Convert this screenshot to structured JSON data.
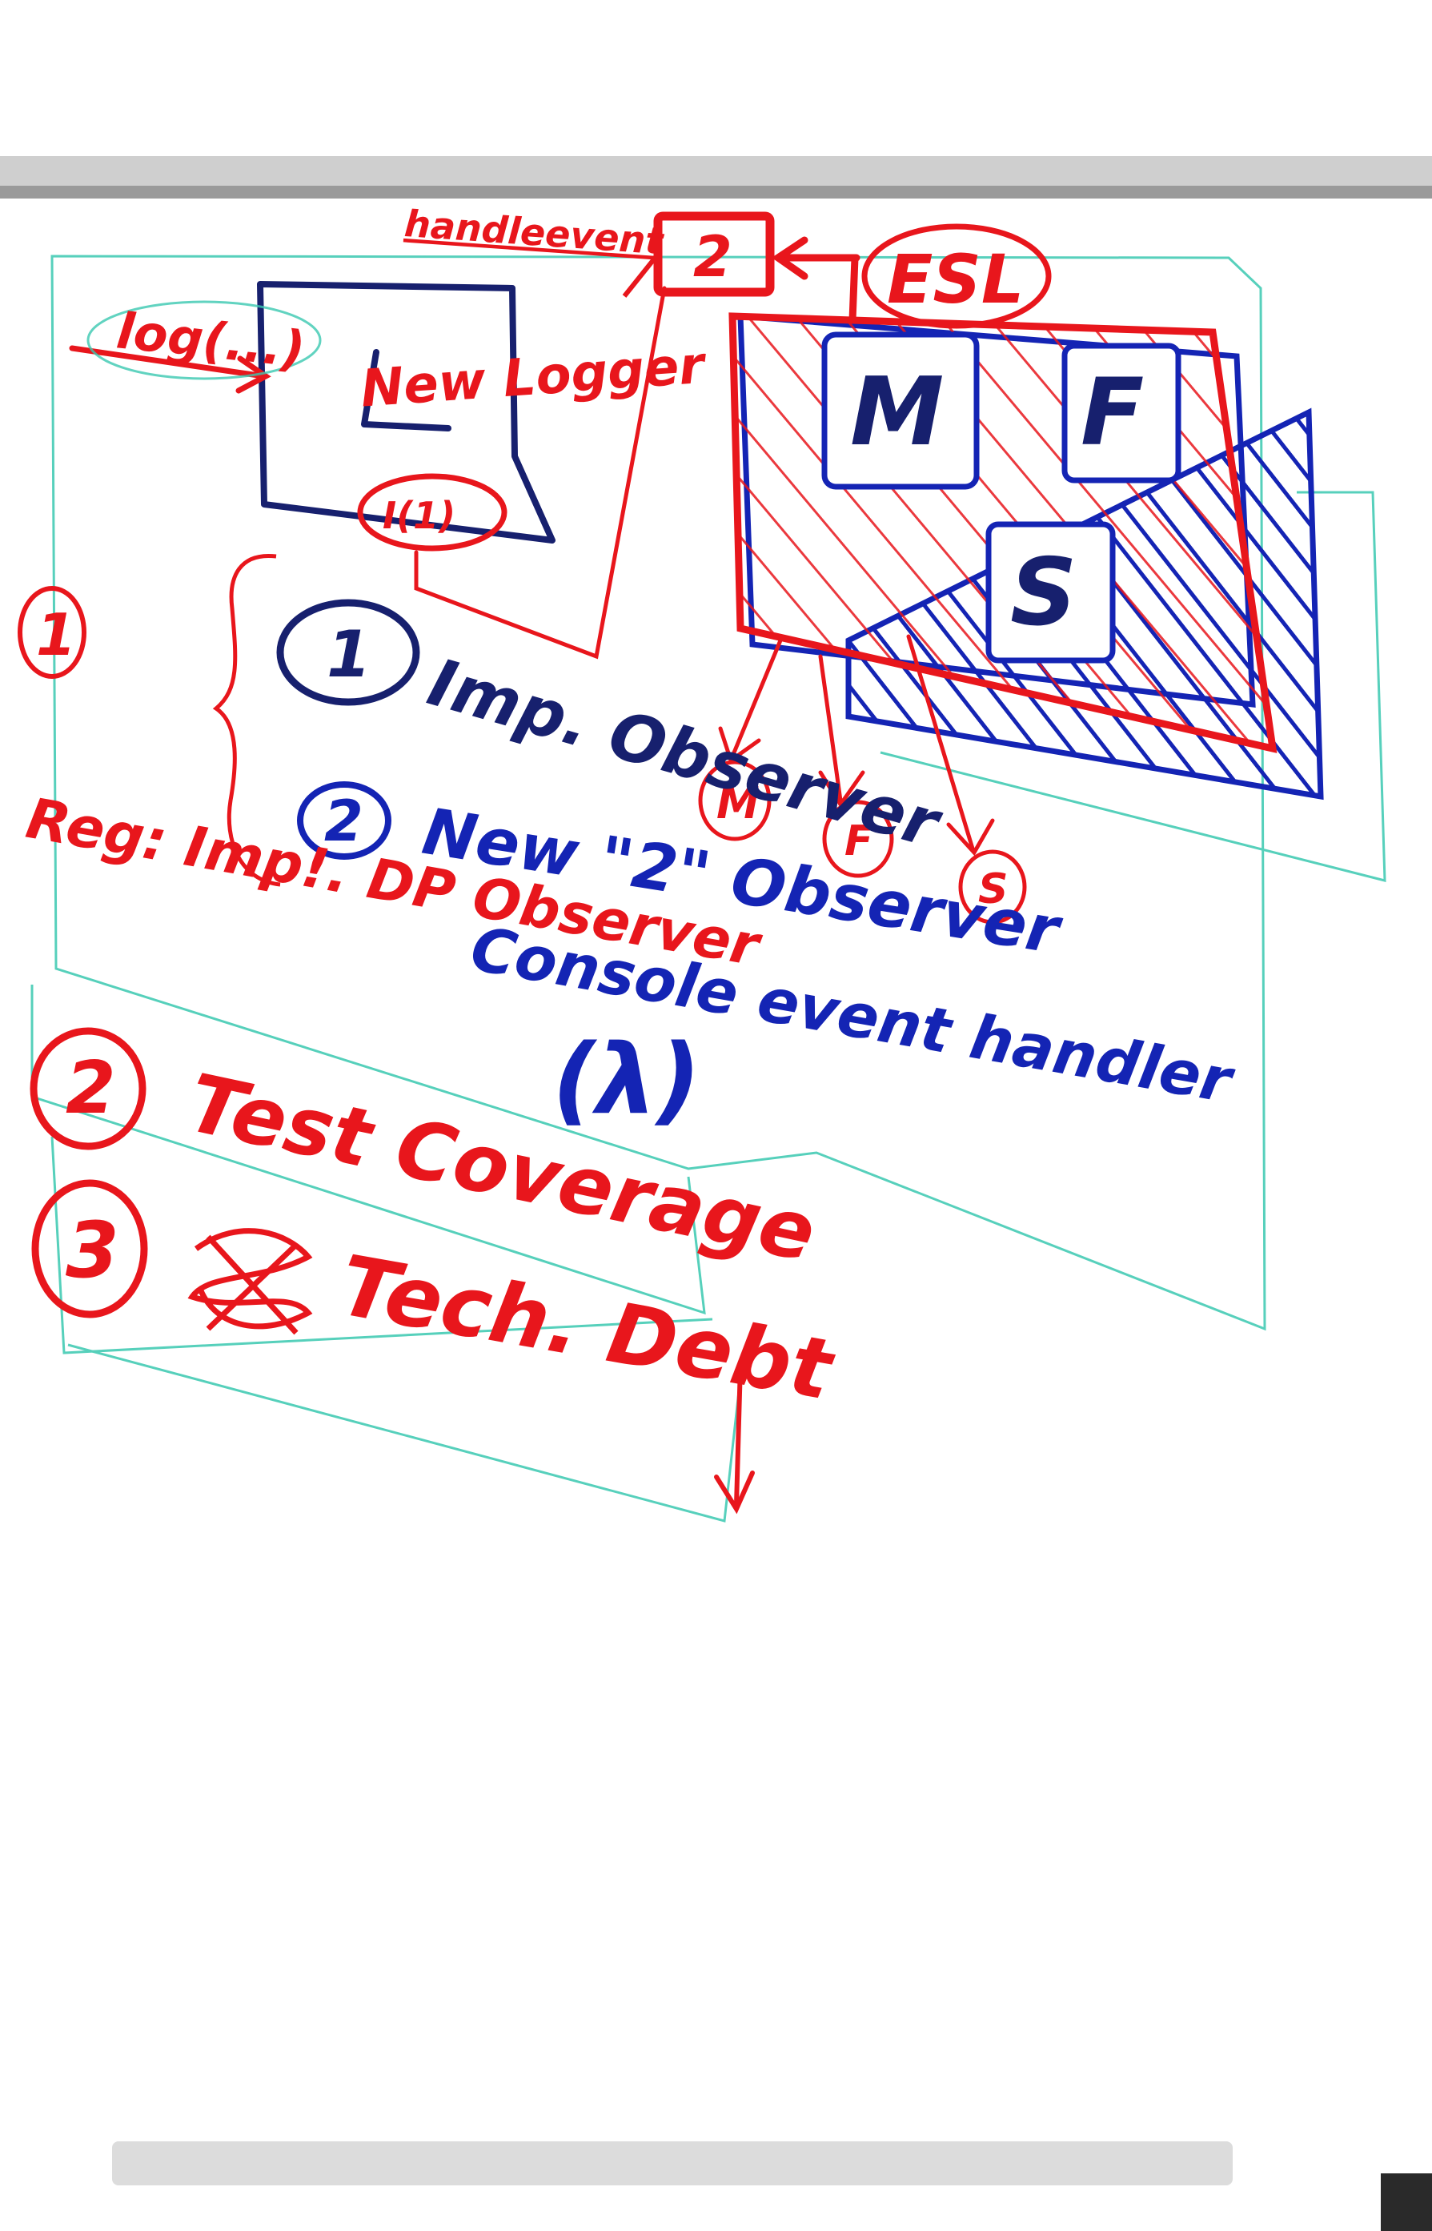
{
  "colors": {
    "red_marker": "#e8161c",
    "blue_marker": "#1424b4",
    "navy_marker": "#17206e",
    "teal_marker": "#39c8b0",
    "board_edge": "#cfcfcf"
  },
  "diagram": {
    "handle_event_label": "handleevent",
    "handler_box_label": "2",
    "esl_label": "ESL",
    "log_label": "log(...)",
    "new_logger_label": "New Logger",
    "logger_impl_label": "I(1)",
    "module_m": "M",
    "module_f": "F",
    "module_s": "S",
    "output_m": "M",
    "output_f": "F",
    "output_s": "S",
    "lambda_label": "(λ)"
  },
  "steps": [
    {
      "number": "1",
      "text": "Imp. Observer"
    },
    {
      "number": "2",
      "text": "New \"2\" Observer"
    },
    {
      "number": "",
      "text": "Console event handler"
    }
  ],
  "priorities": [
    {
      "number": "1",
      "text": "Reg: Imp!. DP Observer"
    },
    {
      "number": "2",
      "text": "Test Coverage"
    },
    {
      "number": "3",
      "text": "Tech. Debt"
    }
  ]
}
